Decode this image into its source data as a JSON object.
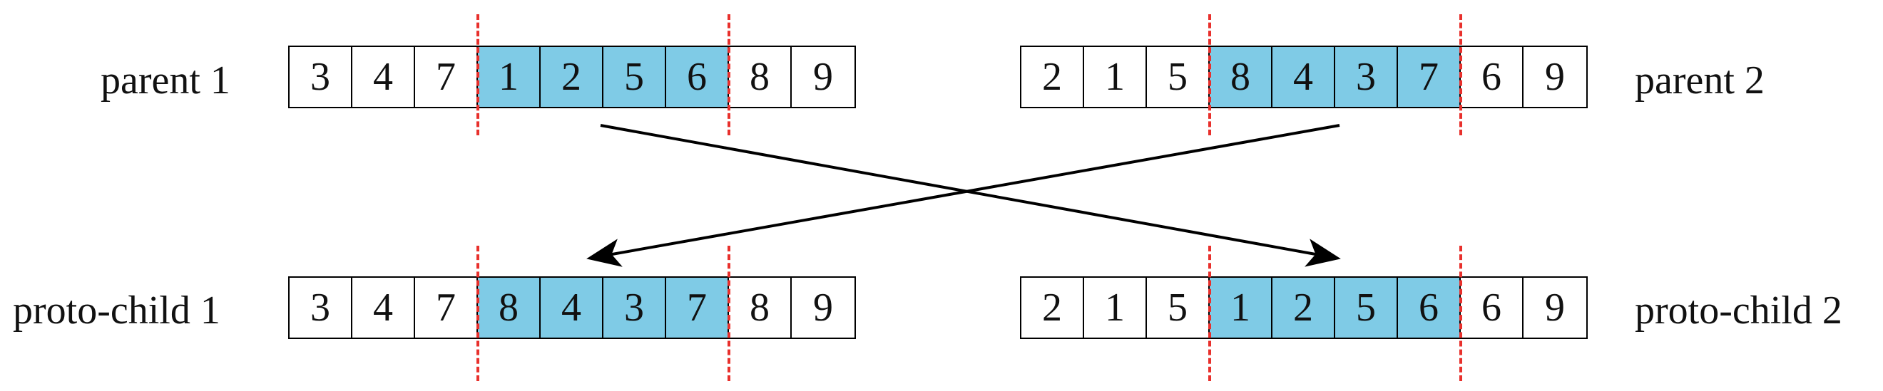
{
  "colors": {
    "highlight": "#7fcbe6",
    "cut_line": "#e8302c",
    "border": "#000000"
  },
  "rows": [
    {
      "id": "parent-1",
      "label": "parent 1",
      "cells": [
        "3",
        "4",
        "7",
        "1",
        "2",
        "5",
        "6",
        "8",
        "9"
      ],
      "highlight": [
        3,
        4,
        5,
        6
      ]
    },
    {
      "id": "parent-2",
      "label": "parent 2",
      "cells": [
        "2",
        "1",
        "5",
        "8",
        "4",
        "3",
        "7",
        "6",
        "9"
      ],
      "highlight": [
        3,
        4,
        5,
        6
      ]
    },
    {
      "id": "proto-child-1",
      "label": "proto-child 1",
      "cells": [
        "3",
        "4",
        "7",
        "8",
        "4",
        "3",
        "7",
        "8",
        "9"
      ],
      "highlight": [
        3,
        4,
        5,
        6
      ]
    },
    {
      "id": "proto-child-2",
      "label": "proto-child 2",
      "cells": [
        "2",
        "1",
        "5",
        "1",
        "2",
        "5",
        "6",
        "6",
        "9"
      ],
      "highlight": [
        3,
        4,
        5,
        6
      ]
    }
  ]
}
